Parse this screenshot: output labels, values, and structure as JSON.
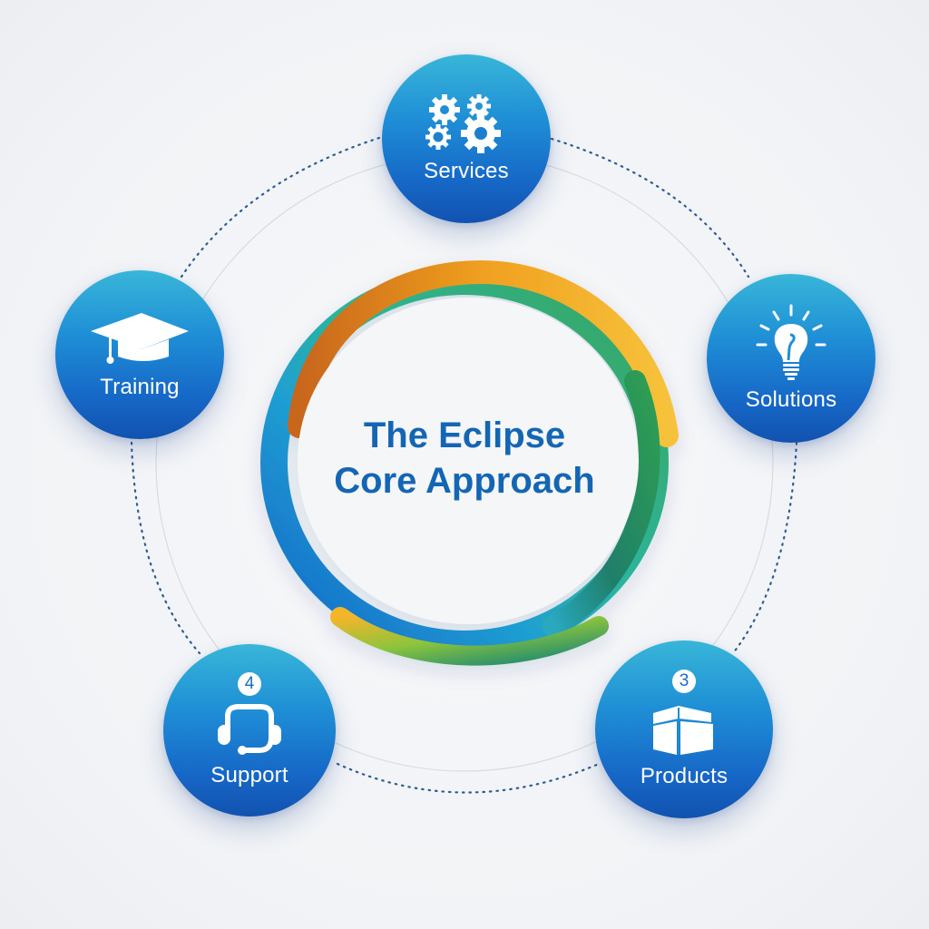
{
  "center": {
    "title_line1": "The Eclipse",
    "title_line2": "Core Approach"
  },
  "nodes": [
    {
      "id": "services",
      "label": "Services",
      "icon": "gears-icon",
      "badge": null
    },
    {
      "id": "solutions",
      "label": "Solutions",
      "icon": "lightbulb-icon",
      "badge": null
    },
    {
      "id": "products",
      "label": "Products",
      "icon": "box-icon",
      "badge": "3"
    },
    {
      "id": "support",
      "label": "Support",
      "icon": "headset-icon",
      "badge": "4"
    },
    {
      "id": "training",
      "label": "Training",
      "icon": "graduation-cap-icon",
      "badge": null
    }
  ],
  "colors": {
    "node_top": "#38b6d8",
    "node_bottom": "#1252b0",
    "title": "#1466b4",
    "ring_blue": "#1a6fd0",
    "ring_teal": "#22a6b8",
    "ring_green": "#3aa55a",
    "ring_orange": "#f0a020",
    "connector_dots": "#2b5d95"
  }
}
